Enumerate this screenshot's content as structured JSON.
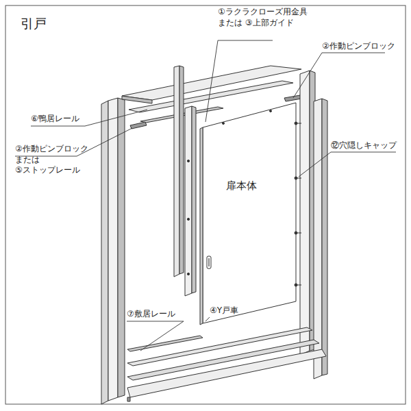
{
  "diagram": {
    "title": "引戸",
    "labels": [
      "①ラクラクローズ用金具 または ③上部ガイド",
      "②作動ピンブロック",
      "⑥鴨居レール",
      "②作動ピンブロック または ⑤ストップレール",
      "⑫穴隠しキャップ",
      "扉本体",
      "④Y戸車",
      "⑦敷居レール"
    ]
  }
}
